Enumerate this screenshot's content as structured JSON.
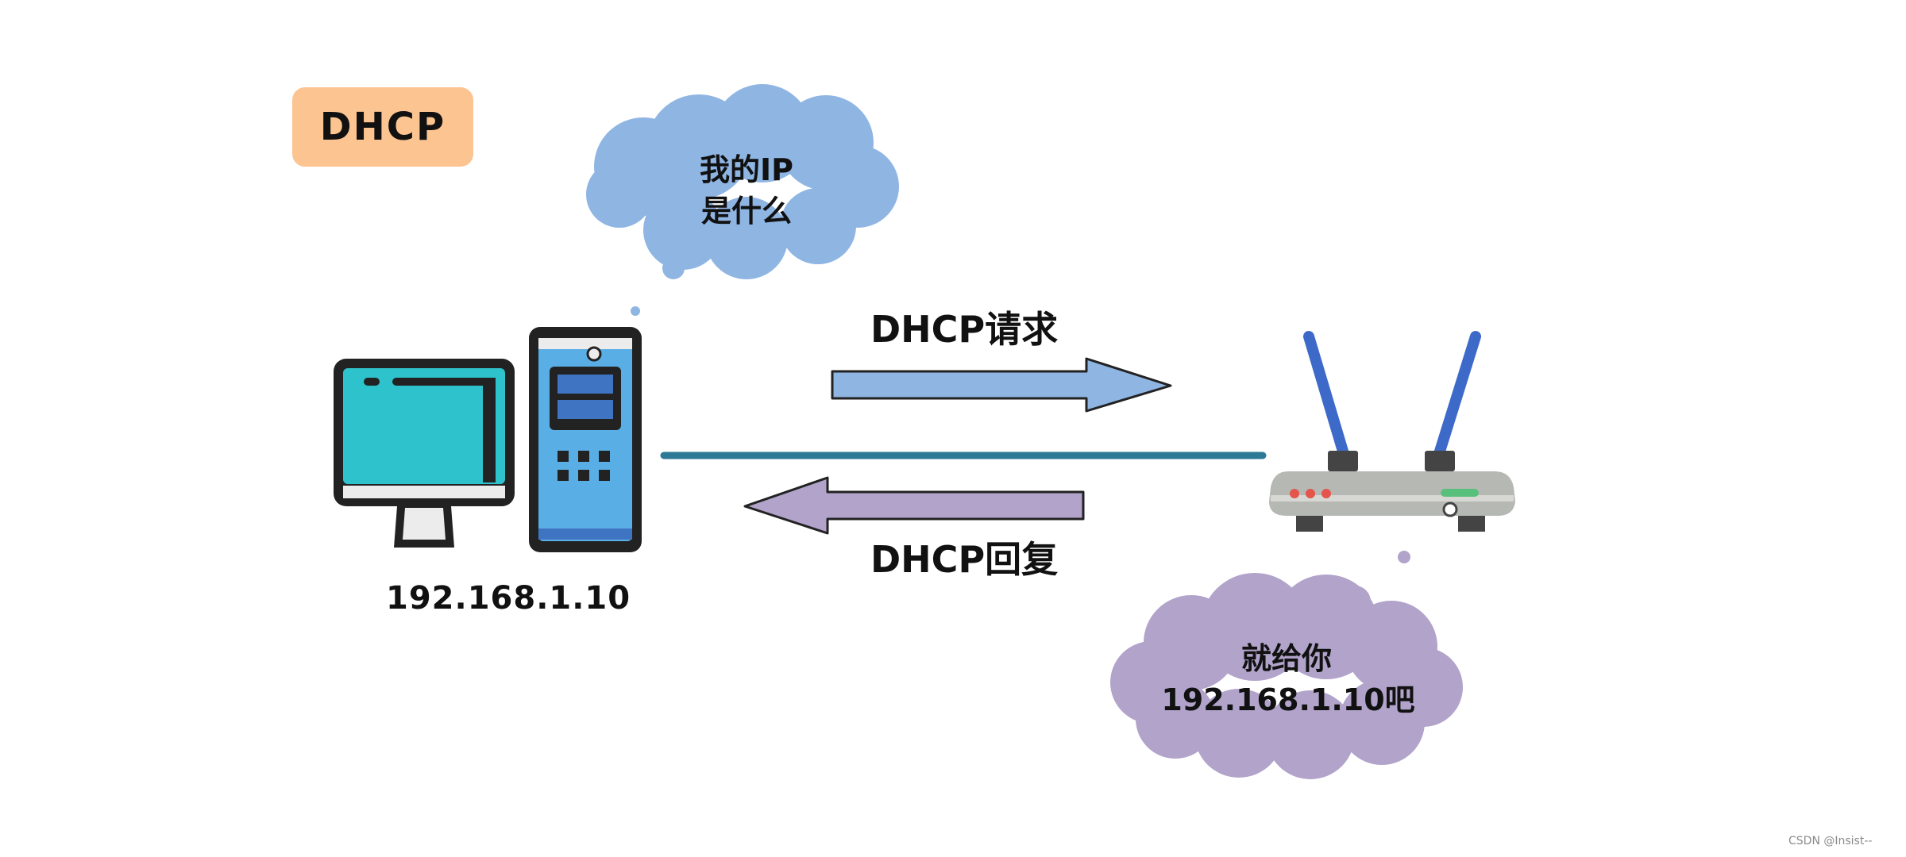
{
  "title": "DHCP",
  "client_thought": {
    "line1": "我的IP",
    "line2": "是什么"
  },
  "request_label": "DHCP请求",
  "reply_label": "DHCP回复",
  "client_ip": "192.168.1.10",
  "server_reply": {
    "line1": "就给你",
    "line2": "192.168.1.10吧"
  },
  "watermark": "CSDN @Insist--",
  "colors": {
    "badge": "#fcc491",
    "client_cloud": "#8fb5e3",
    "server_cloud": "#b1a3ca",
    "request_arrow": "#8fb5e3",
    "reply_arrow": "#b1a3ca",
    "link_line": "#2d7a96",
    "monitor_screen": "#2ec3cc",
    "tower_body": "#5aaee6",
    "router_body": "#b6b8b4",
    "antenna": "#3d6ac9"
  }
}
